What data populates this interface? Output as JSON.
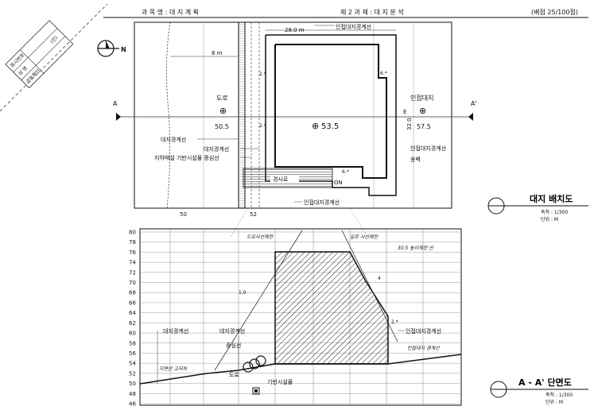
{
  "header": {
    "subject": "과 목 명 : 대 지 계 획",
    "problem": "제 2 과 제 : 대 지 분 석",
    "score": "(배점 25/100점)"
  },
  "stamp": {
    "rows": [
      "응시번호",
      "성  명",
      "감독확인"
    ],
    "seal": "(인)"
  },
  "north": {
    "label": "N"
  },
  "site_plan": {
    "title": "대지 배치도",
    "scale": "축척 : 1/300",
    "unit": "단위 : M",
    "section_left": "A",
    "section_right": "A'",
    "dim_top": "28.0 m",
    "dim_road": "8 m",
    "dim_side": "32.0",
    "label_adj_top": "인접대지경계선",
    "label_road": "도로",
    "label_adj_site": "인접대지",
    "label_site_boundary": "대지경계선",
    "label_site_boundary2": "대지경계선",
    "label_utility": "지하매설 기반시설물 중심선",
    "label_adj_right": "인접대지경계선",
    "label_wall": "옹벽",
    "label_slope": "경사로",
    "label_on": "ON",
    "label_adj_bottom": "인접대지경계선",
    "label_e": "E",
    "el_left": "50.5",
    "el_center": "53.5",
    "el_right": "57.5",
    "axis_50": "50",
    "axis_52": "52",
    "setback": "2.*",
    "setback_top": "6.*"
  },
  "section": {
    "title": "A - A' 단면도",
    "scale": "축척 : 1/300",
    "unit": "단위 : M",
    "levels": [
      "80",
      "78",
      "76",
      "74",
      "72",
      "70",
      "68",
      "66",
      "64",
      "62",
      "60",
      "58",
      "56",
      "54",
      "52",
      "50",
      "48",
      "46"
    ],
    "label_site_boundary": "대지경계선",
    "label_site_boundary2": "대지경계선",
    "label_center": "중심선",
    "label_road": "도로",
    "label_utility": "기반시설물",
    "label_adj": "인접대지경계선",
    "note_left": "도로사선제한",
    "note_right": "일조 사선제한",
    "note_far": "30.5 높이제한 선",
    "note_bottom": "인접대지 경계선",
    "note_low": "지면선 고저차",
    "mark_10": "1.0",
    "mark_4": "4",
    "mark_2": "2.*"
  }
}
